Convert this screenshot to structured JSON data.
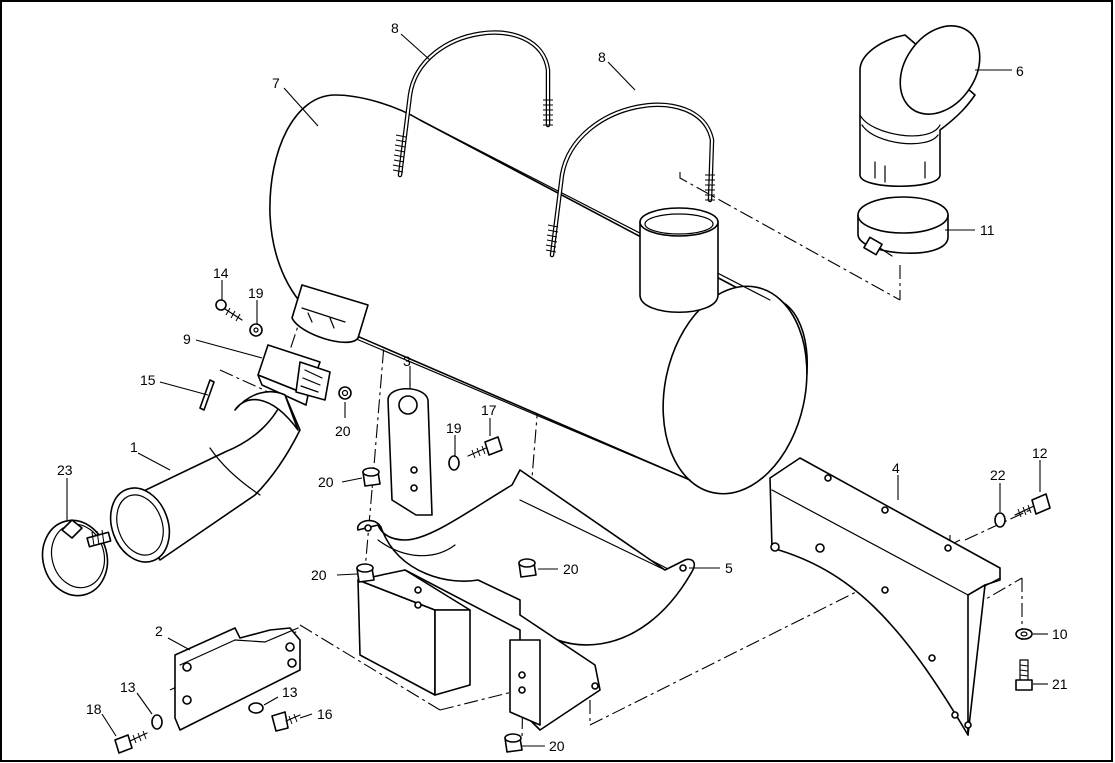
{
  "diagram": {
    "callouts": {
      "c1": "1",
      "c2": "2",
      "c3": "3",
      "c4": "4",
      "c5": "5",
      "c6": "6",
      "c7": "7",
      "c8a": "8",
      "c8b": "8",
      "c9": "9",
      "c10": "10",
      "c11": "11",
      "c12": "12",
      "c13a": "13",
      "c13b": "13",
      "c14": "14",
      "c15": "15",
      "c16": "16",
      "c17": "17",
      "c18": "18",
      "c19a": "19",
      "c19b": "19",
      "c20a": "20",
      "c20b": "20",
      "c20c": "20",
      "c20d": "20",
      "c20e": "20",
      "c21": "21",
      "c22": "22",
      "c23": "23"
    }
  }
}
